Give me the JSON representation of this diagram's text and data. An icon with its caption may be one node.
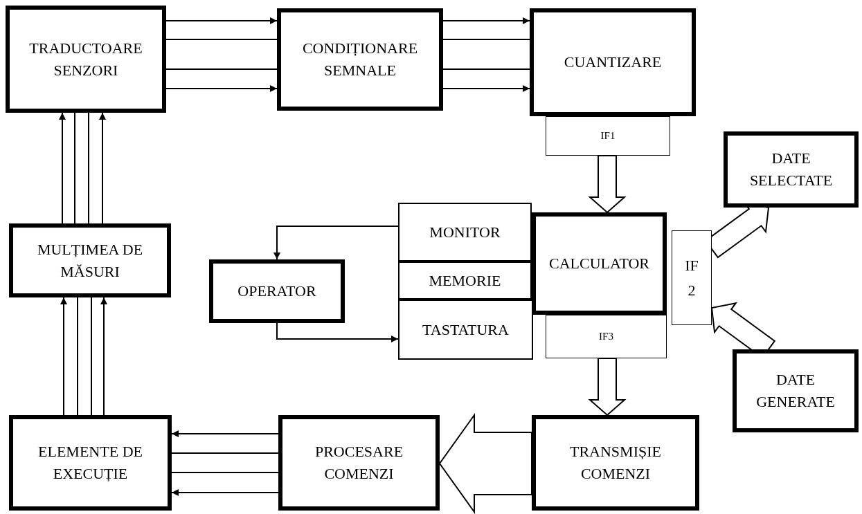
{
  "diagram": {
    "nodes": [
      {
        "text": [
          "TRADUCTOARE SENZORI"
        ]
      },
      {
        "text": [
          "CONDIȚIONARE SEMNALE"
        ]
      },
      {
        "text": [
          "CUANTIZARE"
        ]
      },
      {
        "text": [
          "IF1"
        ]
      },
      {
        "text": [
          "DATE SELECTATE"
        ]
      },
      {
        "text": [
          "MULȚIMEA DE MĂSURI"
        ]
      },
      {
        "text": [
          "MONITOR"
        ]
      },
      {
        "text": [
          "MEMORIE"
        ]
      },
      {
        "text": [
          "CALCULATOR"
        ]
      },
      {
        "text": [
          "IF2"
        ]
      },
      {
        "text": [
          "OPERATOR"
        ]
      },
      {
        "text": [
          "TASTATURA"
        ]
      },
      {
        "text": [
          "IF3"
        ]
      },
      {
        "text": [
          "DATE GENERATE"
        ]
      },
      {
        "text": [
          "ELEMENTE DE EXECUȚIE"
        ]
      },
      {
        "text": [
          "PROCESARE COMENZI"
        ]
      },
      {
        "text": [
          "TRANSMIȘIE COMENZI"
        ]
      }
    ],
    "edges": [
      {
        "from": 0,
        "to": 1,
        "arrow": "to"
      },
      {
        "from": 0,
        "to": 1,
        "arrow": "none"
      },
      {
        "from": 0,
        "to": 1,
        "arrow": "none"
      },
      {
        "from": 0,
        "to": 1,
        "arrow": "to"
      },
      {
        "from": 1,
        "to": 2,
        "arrow": "to"
      },
      {
        "from": 1,
        "to": 2,
        "arrow": "none"
      },
      {
        "from": 1,
        "to": 2,
        "arrow": "none"
      },
      {
        "from": 1,
        "to": 2,
        "arrow": "to"
      },
      {
        "from": 5,
        "to": 0,
        "arrow": "to"
      },
      {
        "from": 5,
        "to": 0,
        "arrow": "none"
      },
      {
        "from": 5,
        "to": 0,
        "arrow": "none"
      },
      {
        "from": 5,
        "to": 0,
        "arrow": "to"
      },
      {
        "from": 14,
        "to": 5,
        "arrow": "to"
      },
      {
        "from": 14,
        "to": 5,
        "arrow": "none"
      },
      {
        "from": 14,
        "to": 5,
        "arrow": "none"
      },
      {
        "from": 14,
        "to": 5,
        "arrow": "to"
      },
      {
        "from": 15,
        "to": 14,
        "arrow": "to"
      },
      {
        "from": 15,
        "to": 14,
        "arrow": "none"
      },
      {
        "from": 15,
        "to": 14,
        "arrow": "none"
      },
      {
        "from": 15,
        "to": 14,
        "arrow": "to"
      },
      {
        "from": 3,
        "to": 8,
        "arrow": "to",
        "style": "thick"
      },
      {
        "from": 12,
        "to": 16,
        "arrow": "to",
        "style": "thick"
      },
      {
        "from": 16,
        "to": 15,
        "arrow": "to",
        "style": "thick"
      },
      {
        "from": 6,
        "to": 10,
        "arrow": "to"
      },
      {
        "from": 10,
        "to": 11,
        "arrow": "to"
      },
      {
        "from": 9,
        "to": 4,
        "arrow": "to",
        "style": "thick"
      },
      {
        "from": 13,
        "to": 9,
        "arrow": "to",
        "style": "thick"
      }
    ]
  }
}
